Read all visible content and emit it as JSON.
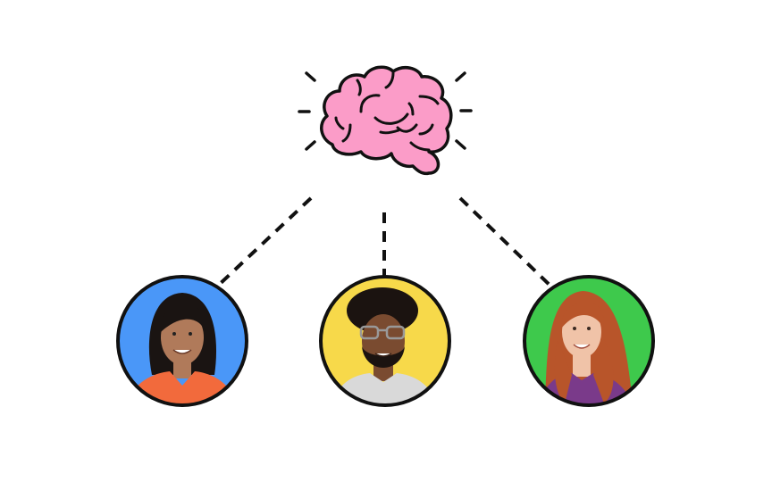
{
  "colors": {
    "background": "#ffffff",
    "brain": "#fb9cc8",
    "outline": "#111111",
    "person_1_bg": "#4a97f8",
    "person_2_bg": "#f7d94a",
    "person_3_bg": "#3ec94c"
  },
  "brain": {
    "icon": "brain-icon",
    "rays": 6
  },
  "people": [
    {
      "icon": "person-avatar-woman-dark-hair",
      "hair": "#1a1412",
      "skin": "#b07a5a",
      "shirt": "#f26a3c"
    },
    {
      "icon": "person-avatar-man-glasses-beard",
      "hair": "#1b1310",
      "skin": "#7a4b30",
      "shirt": "#d9d9d9"
    },
    {
      "icon": "person-avatar-woman-red-hair",
      "hair": "#b8552a",
      "skin": "#f0c3a8",
      "shirt": "#7a3a8a"
    }
  ]
}
